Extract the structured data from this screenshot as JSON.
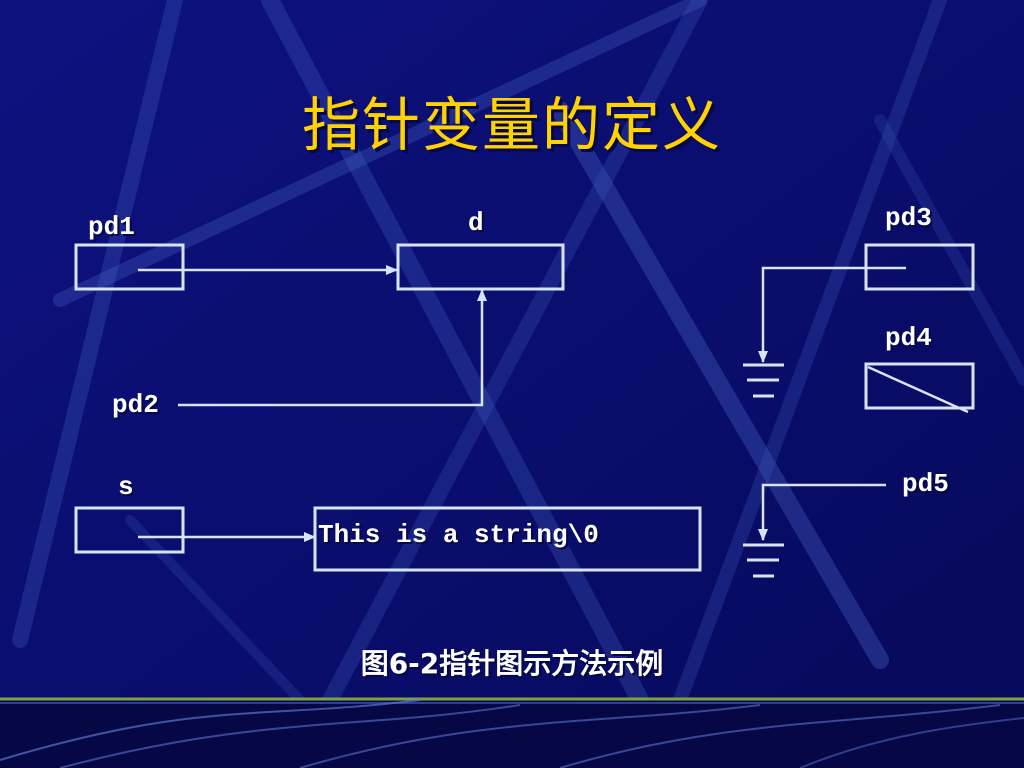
{
  "title": "指针变量的定义",
  "labels": {
    "pd1": "pd1",
    "d": "d",
    "pd2": "pd2",
    "s": "s",
    "pd3": "pd3",
    "pd4": "pd4",
    "pd5": "pd5"
  },
  "string_value": "This is a string\\0",
  "caption": "图6-2指针图示方法示例",
  "colors": {
    "background": "#0b0f6e",
    "title": "#ffd200",
    "line": "#d8e4ff",
    "text": "#ffffff"
  }
}
